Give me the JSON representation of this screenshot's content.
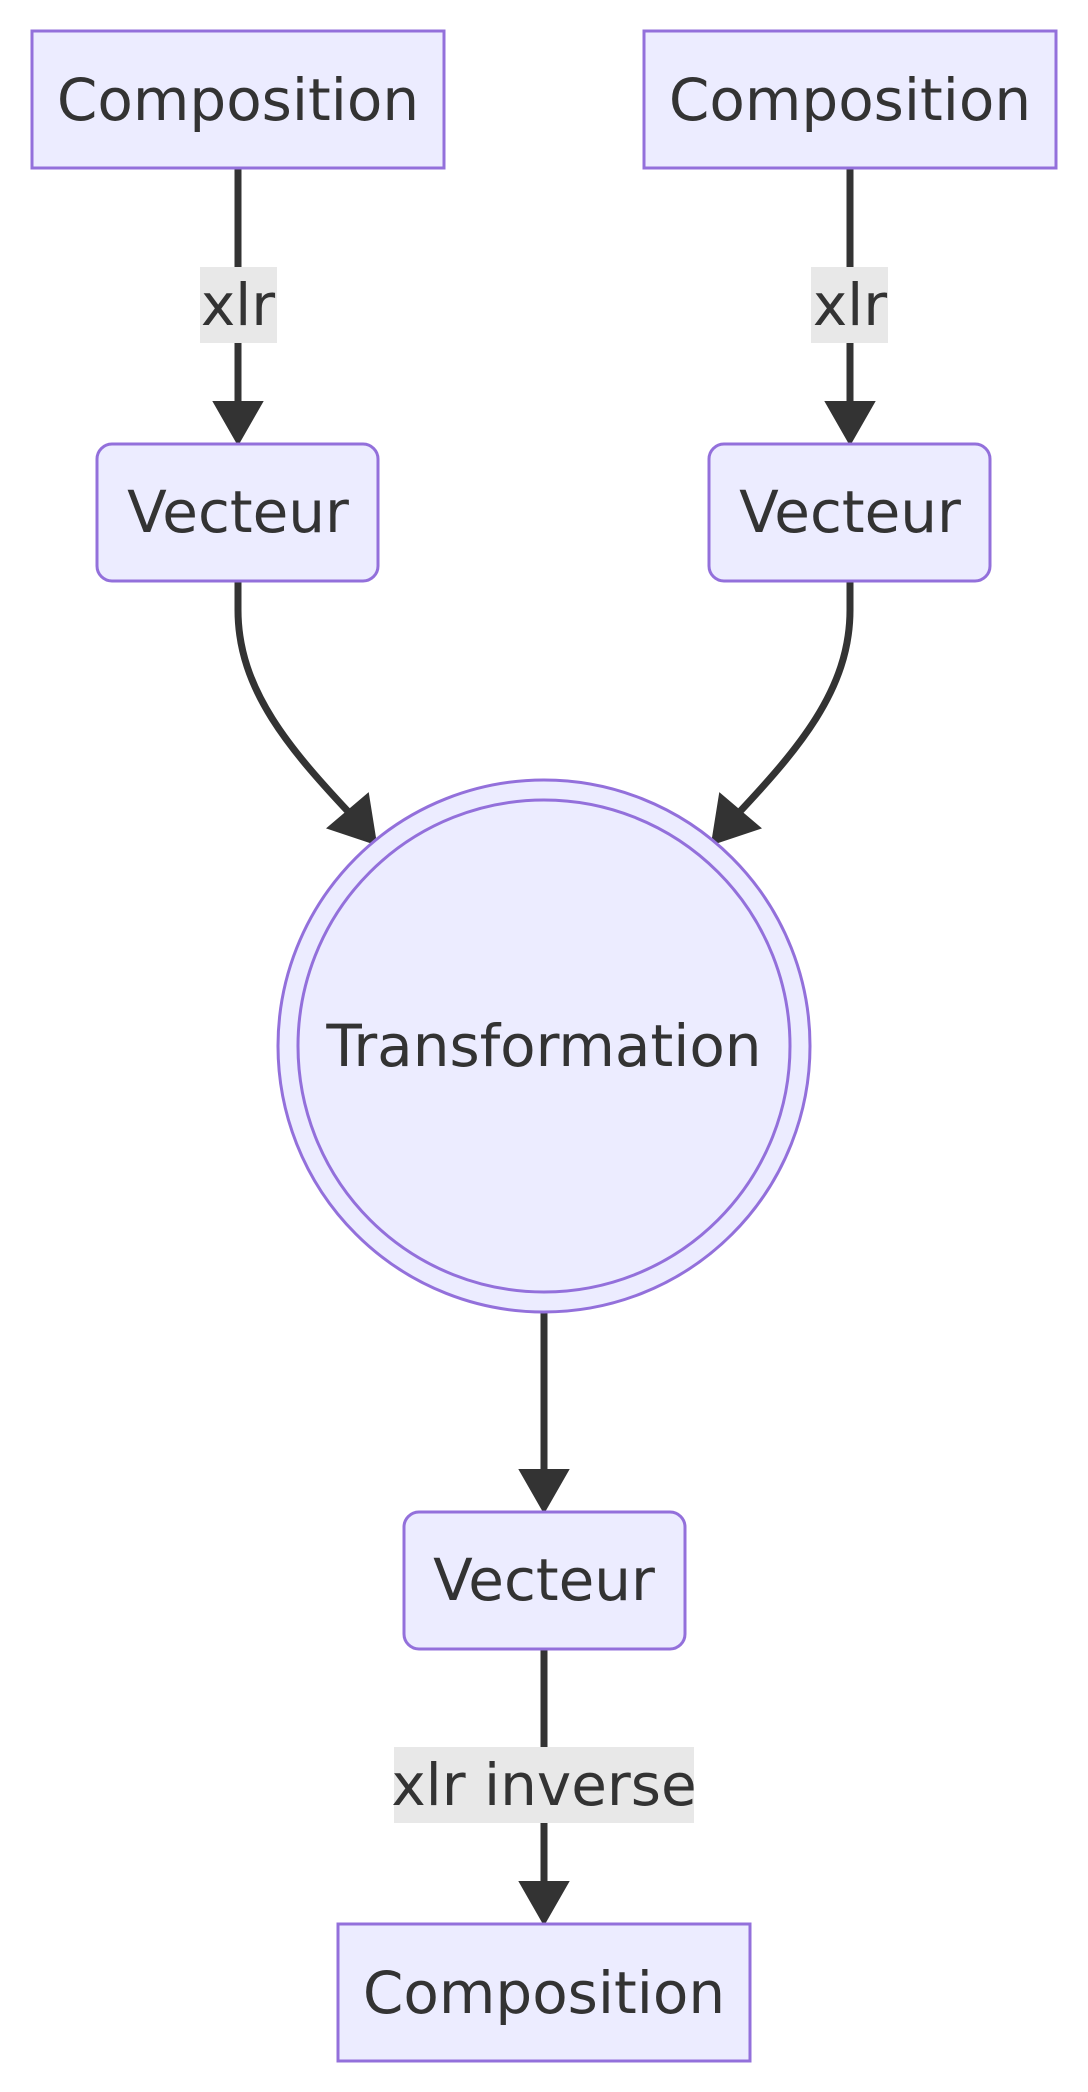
{
  "nodes": {
    "composition_left": "Composition",
    "composition_right": "Composition",
    "vecteur_left": "Vecteur",
    "vecteur_right": "Vecteur",
    "transformation": "Transformation",
    "vecteur_bottom": "Vecteur",
    "composition_bottom": "Composition"
  },
  "edges": {
    "left_label": "xlr",
    "right_label": "xlr",
    "bottom_label": "xlr inverse"
  },
  "colors": {
    "node_fill": "#ececff",
    "node_stroke": "#9370db",
    "edge": "#333333",
    "text": "#333333",
    "label_background": "#e8e8e8"
  }
}
